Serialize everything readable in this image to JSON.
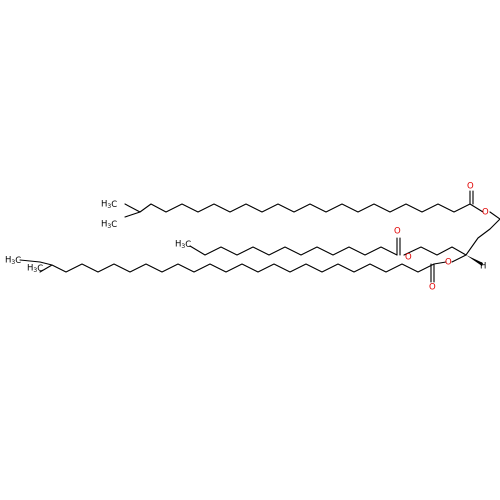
{
  "colors": {
    "carbon": "#000000",
    "oxygen": "#e00000"
  },
  "atoms": {
    "o1": "O",
    "o2": "O",
    "o3": "O",
    "o4": "O",
    "o5": "O",
    "o6": "O",
    "h": "H",
    "c1": "H3C",
    "c2": "H3C",
    "c3": "H3C",
    "c4": "H3C",
    "c5": "H3C"
  }
}
